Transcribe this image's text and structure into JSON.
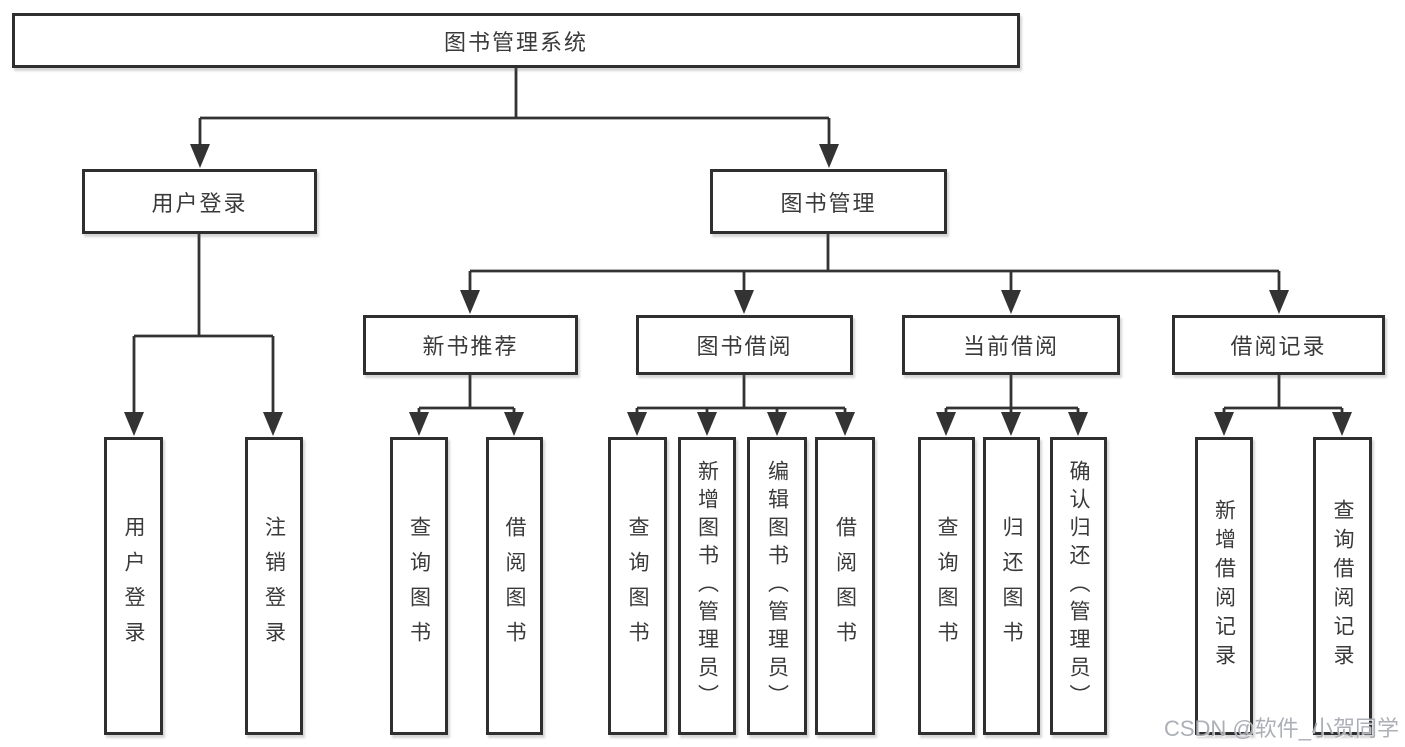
{
  "diagram": {
    "root": "图书管理系统",
    "level2": [
      "用户登录",
      "图书管理"
    ],
    "level3": [
      "新书推荐",
      "图书借阅",
      "当前借阅",
      "借阅记录"
    ],
    "leaves": {
      "user_login": [
        "用户登录",
        "注销登录"
      ],
      "new_book_recommend": [
        "查询图书",
        "借阅图书"
      ],
      "book_borrow": [
        "查询图书",
        "新增图书（管理员）",
        "编辑图书（管理员）",
        "借阅图书"
      ],
      "current_borrow": [
        "查询图书",
        "归还图书",
        "确认归还（管理员）"
      ],
      "borrow_records": [
        "新增借阅记录",
        "查询借阅记录"
      ]
    }
  },
  "watermark": "CSDN @软件_小贺同学",
  "colors": {
    "line": "#333333",
    "border": "#2f2f2f",
    "text": "#3a3a3a",
    "background": "#ffffff",
    "watermark": "#a8acb2"
  }
}
